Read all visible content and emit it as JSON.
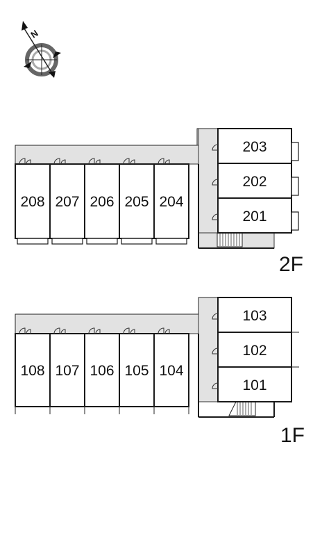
{
  "compass": {
    "north_label": "N"
  },
  "floors": [
    {
      "label": "2F",
      "units_left": [
        "208",
        "207",
        "206",
        "205",
        "204"
      ],
      "units_right": [
        "203",
        "202",
        "201"
      ]
    },
    {
      "label": "1F",
      "units_left": [
        "108",
        "107",
        "106",
        "105",
        "104"
      ],
      "units_right": [
        "103",
        "102",
        "101"
      ]
    }
  ]
}
